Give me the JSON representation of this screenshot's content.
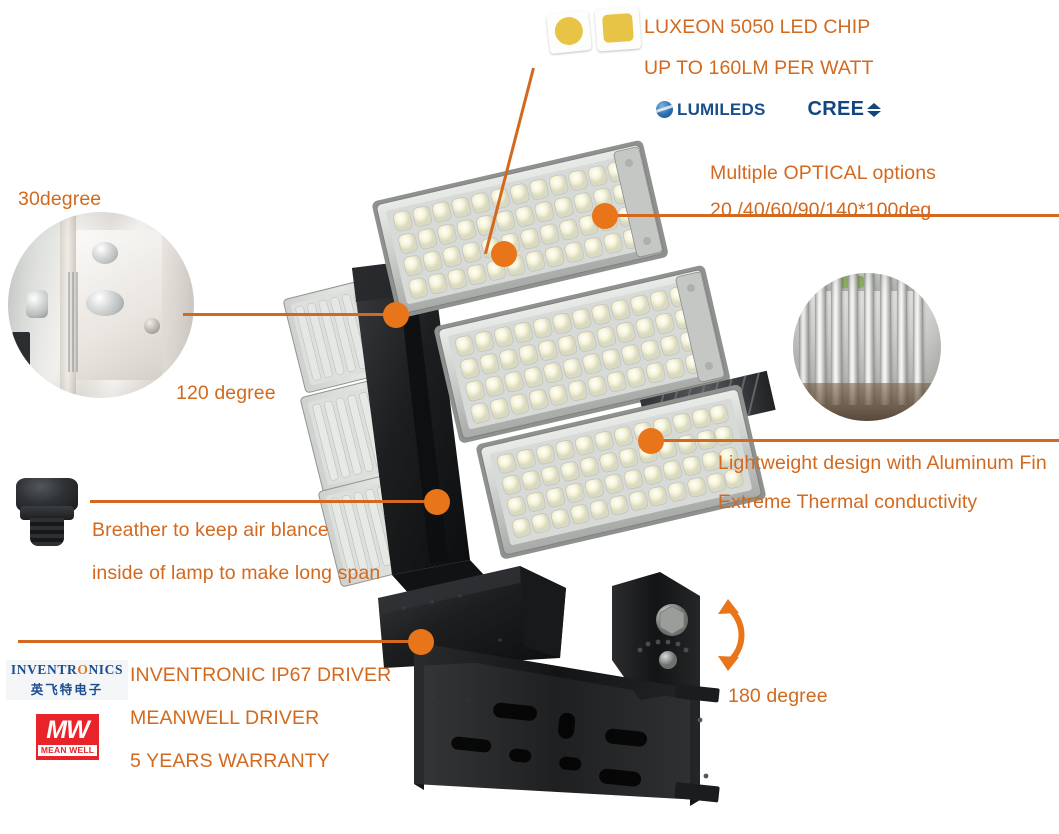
{
  "page": {
    "title": "LED Flood Light Feature Infographic",
    "accent_color": "#D2691E",
    "dot_color": "#E8751A",
    "background": "#FFFFFF"
  },
  "callouts": {
    "led_chip": {
      "line1": "LUXEON 5050 LED CHIP",
      "line2": "UP TO 160LM PER WATT",
      "brands": [
        {
          "name": "LUMILEDS",
          "icon": "lumileds-globe-icon",
          "color": "#1A4E8A"
        },
        {
          "name": "CREE",
          "icon": "cree-diamond-icon",
          "color": "#12467F"
        }
      ]
    },
    "optical": {
      "line1": "Multiple OPTICAL options",
      "line2": "20 /40/60/90/140*100deg"
    },
    "angle_30": {
      "label": "30degree"
    },
    "angle_120": {
      "label": "120 degree"
    },
    "aluminum": {
      "line1": "Lightweight design with Aluminum Fin",
      "line2": "Extreme Thermal conductivity"
    },
    "breather": {
      "line1": "Breather to keep air blance",
      "line2": "inside of lamp to make long span"
    },
    "driver": {
      "line1": "INVENTRONIC IP67 DRIVER",
      "line2": "MEANWELL DRIVER",
      "line3": "5 YEARS WARRANTY",
      "logos": [
        {
          "name": "INVENTRONICS",
          "en": "INVENTR",
          "en_accent": "O",
          "en_rest": "NICS",
          "cn": "英飞特电子",
          "color": "#1B4D8F",
          "accent": "#E07B20"
        },
        {
          "name": "MEAN WELL",
          "mark": "MW",
          "sub": "MEAN WELL",
          "color": "#E8232A"
        }
      ]
    },
    "rotation": {
      "label": "180 degree",
      "icon": "curved-double-arrow-icon"
    }
  },
  "product": {
    "name": "LED Flood Light",
    "modules_front": 3,
    "modules_back": 3,
    "housing_color": "#1a1a1c"
  }
}
